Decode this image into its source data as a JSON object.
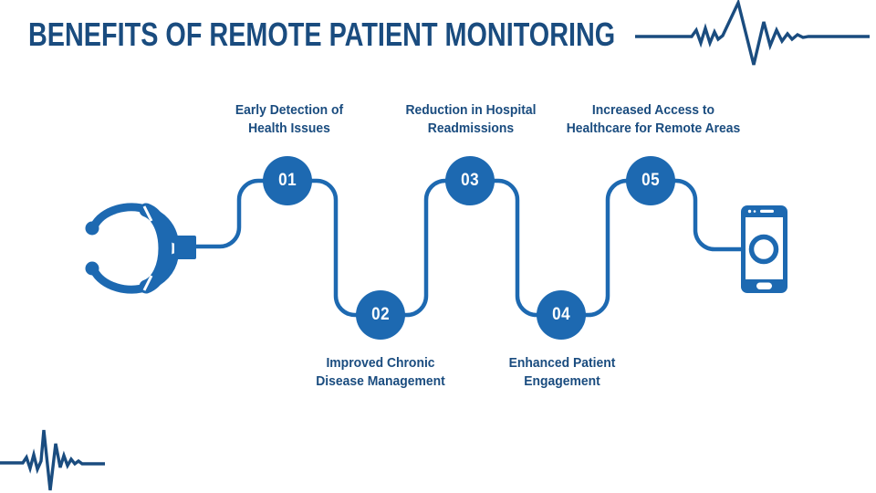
{
  "title": "BENEFITS OF REMOTE PATIENT MONITORING",
  "colors": {
    "primary_blue": "#1d69b1",
    "dark_blue": "#1a4c7f"
  },
  "steps": [
    {
      "number": "01",
      "line1": "Early Detection of",
      "line2": "Health Issues"
    },
    {
      "number": "02",
      "line1": "Improved Chronic",
      "line2": "Disease Management"
    },
    {
      "number": "03",
      "line1": "Reduction in Hospital",
      "line2": "Readmissions"
    },
    {
      "number": "04",
      "line1": "Enhanced Patient",
      "line2": "Engagement"
    },
    {
      "number": "05",
      "line1": "Increased Access to",
      "line2": "Healthcare for Remote Areas"
    }
  ],
  "icons": {
    "left": "stethoscope-icon",
    "right": "smartphone-icon",
    "top_right": "heartbeat-line-icon",
    "bottom_left": "heartbeat-line-icon"
  }
}
